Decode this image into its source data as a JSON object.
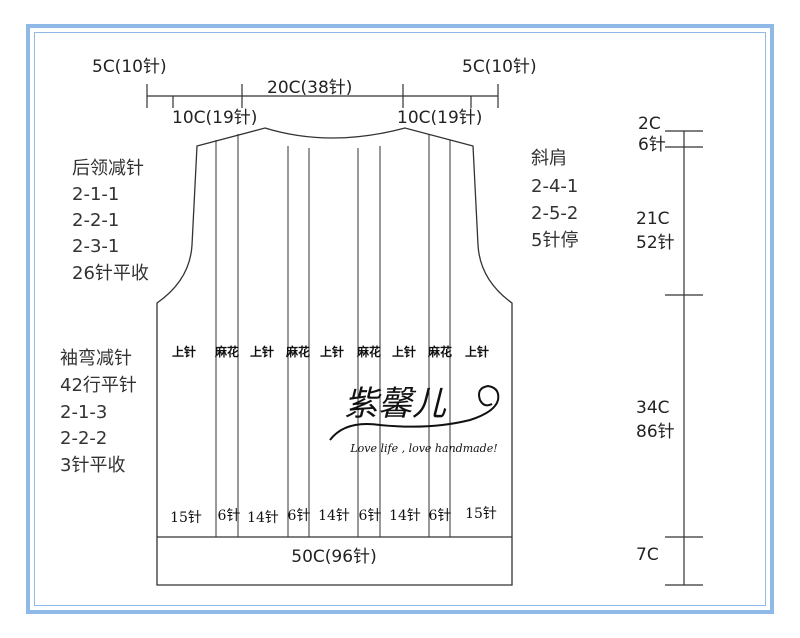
{
  "top_dims": {
    "left_shoulder": "5C(10针)",
    "neck": "20C(38针)",
    "right_shoulder": "5C(10针)",
    "left_inner": "10C(19针)",
    "right_inner": "10C(19针)"
  },
  "back_neck": {
    "title": "后领减针",
    "lines": [
      "2-1-1",
      "2-2-1",
      "2-3-1",
      "26针平收"
    ]
  },
  "armhole": {
    "title": "袖弯减针",
    "lines": [
      "42行平针",
      "2-1-3",
      "2-2-2",
      "3针平收"
    ]
  },
  "shoulder": {
    "title": "斜肩",
    "lines": [
      "2-4-1",
      "2-5-2",
      "5针停"
    ]
  },
  "panels": {
    "labels": [
      "上针",
      "麻花",
      "上针",
      "麻花",
      "上针",
      "麻花",
      "上针",
      "麻花",
      "上针"
    ],
    "counts": [
      "15针",
      "6针",
      "14针",
      "6针",
      "14针",
      "6针",
      "14针",
      "6针",
      "15针"
    ]
  },
  "bottom": "50C(96针)",
  "right_dims": [
    {
      "c": "2C",
      "n": "6针"
    },
    {
      "c": "21C",
      "n": "52针"
    },
    {
      "c": "34C",
      "n": "86针"
    },
    {
      "c": "7C",
      "n": ""
    }
  ],
  "logo": {
    "name": "紫馨儿",
    "tagline": "Love life , love handmade!"
  },
  "colors": {
    "frame": "#8fb9e6",
    "line": "#333333"
  }
}
